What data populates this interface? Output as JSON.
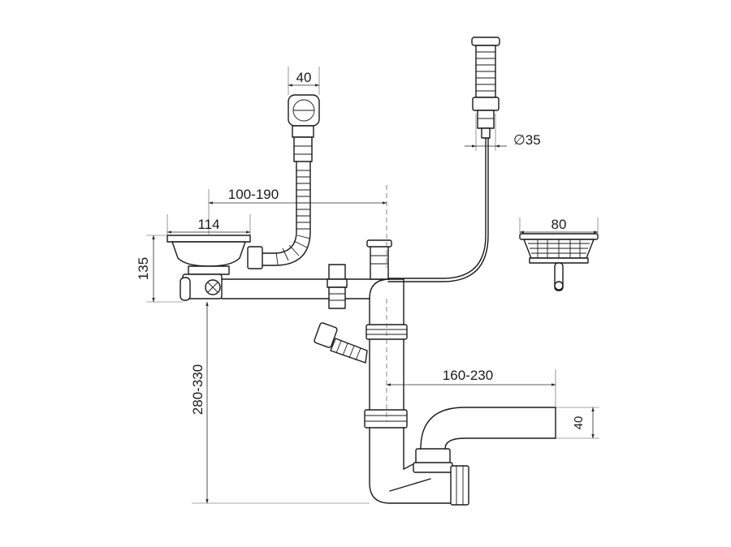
{
  "dimensions": {
    "tail_width": "40",
    "overflow_offset": "100-190",
    "remote_diameter": "∅35",
    "strainer_diameter": "114",
    "basket_diameter": "80",
    "strainer_height": "135",
    "total_height": "280-330",
    "outlet_offset": "160-230",
    "outlet_diameter": "40"
  },
  "colors": {
    "line": "#1a1a1a",
    "background": "#ffffff"
  }
}
